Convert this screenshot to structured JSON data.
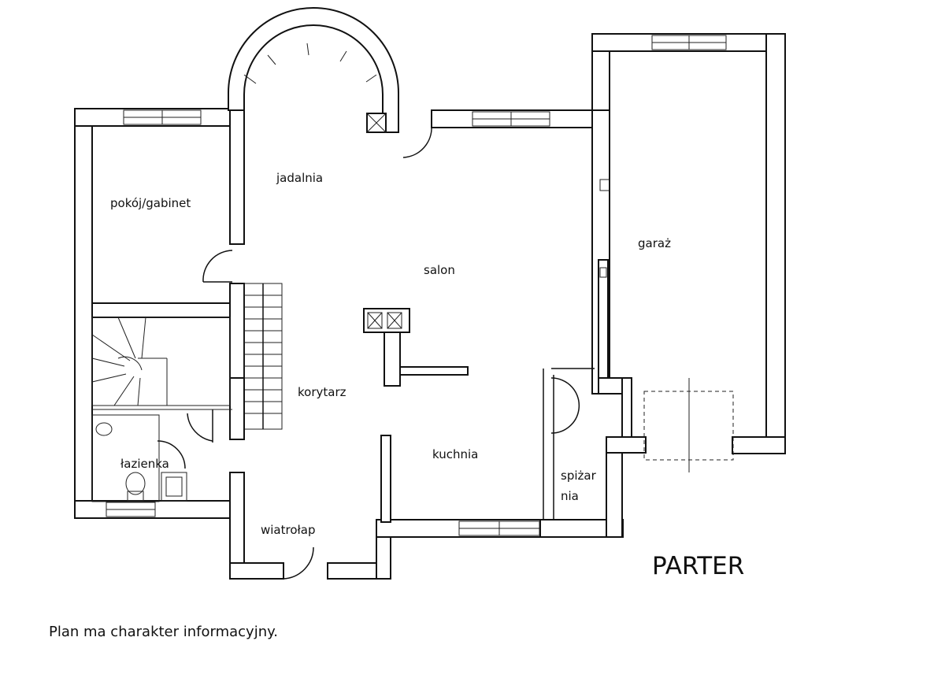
{
  "plan": {
    "title": "PARTER",
    "rooms": {
      "office": "pokój/gabinet",
      "dining": "jadalnia",
      "living": "salon",
      "garage": "garaż",
      "hallway": "korytarz",
      "kitchen": "kuchnia",
      "bathroom": "łazienka",
      "pantry_line1": "spiżar",
      "pantry_line2": "nia",
      "vestibule": "wiatrołap"
    }
  },
  "footer": {
    "disclaimer": "Plan ma charakter informacyjny."
  }
}
